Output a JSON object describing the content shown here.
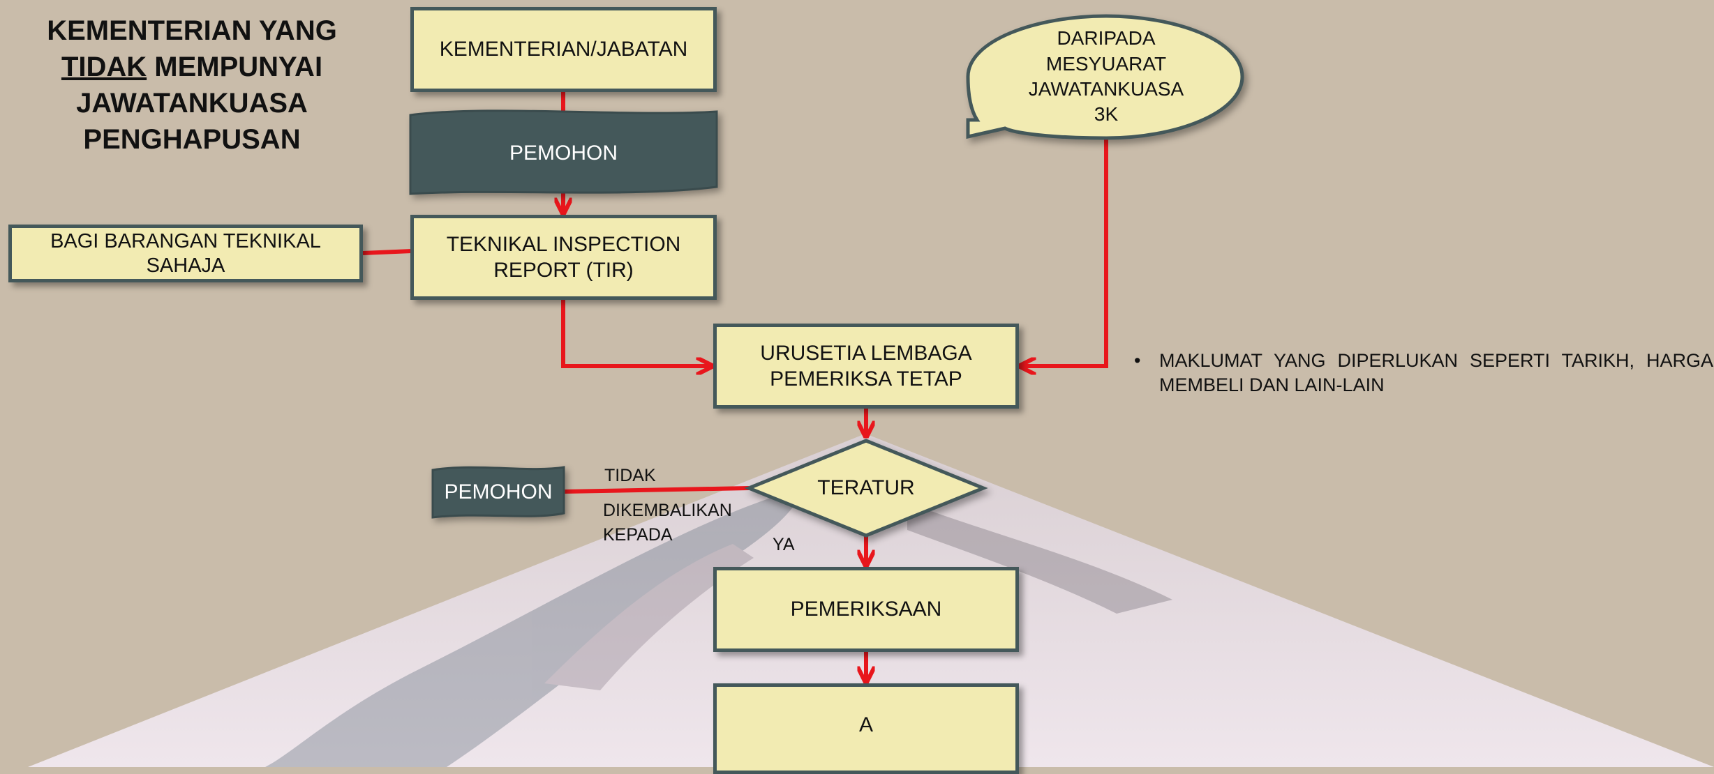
{
  "title": {
    "line1": "KEMENTERIAN YANG",
    "line2_underlined": "TIDAK",
    "line2_rest": " MEMPUNYAI",
    "line3": "JAWATANKUASA",
    "line4": "PENGHAPUSAN"
  },
  "nodes": {
    "kementerian": "KEMENTERIAN/JABATAN",
    "pemohon_top": "PEMOHON",
    "bagi_barangan": "BAGI BARANGAN TEKNIKAL SAHAJA",
    "tir": "TEKNIKAL INSPECTION REPORT (TIR)",
    "daripada": "DARIPADA MESYUARAT JAWATANKUASA 3K",
    "urusetia": "URUSETIA LEMBAGA PEMERIKSA TETAP",
    "teratur": "TERATUR",
    "pemohon_left": "PEMOHON",
    "pemeriksaan": "PEMERIKSAAN",
    "a": "A"
  },
  "edge_labels": {
    "tidak": "TIDAK",
    "dikembalikan": "DIKEMBALIKAN KEPADA",
    "ya": "YA"
  },
  "note": {
    "bullet": "•",
    "text": "MAKLUMAT YANG DIPERLUKAN SEPERTI TARIKH, HARGA MEMBELI DAN LAIN-LAIN"
  },
  "colors": {
    "background": "#c9bcaa",
    "box_fill": "#f2ebb2",
    "box_border": "#44585a",
    "dark_shape": "#44585a",
    "arrow": "#e8161c"
  }
}
